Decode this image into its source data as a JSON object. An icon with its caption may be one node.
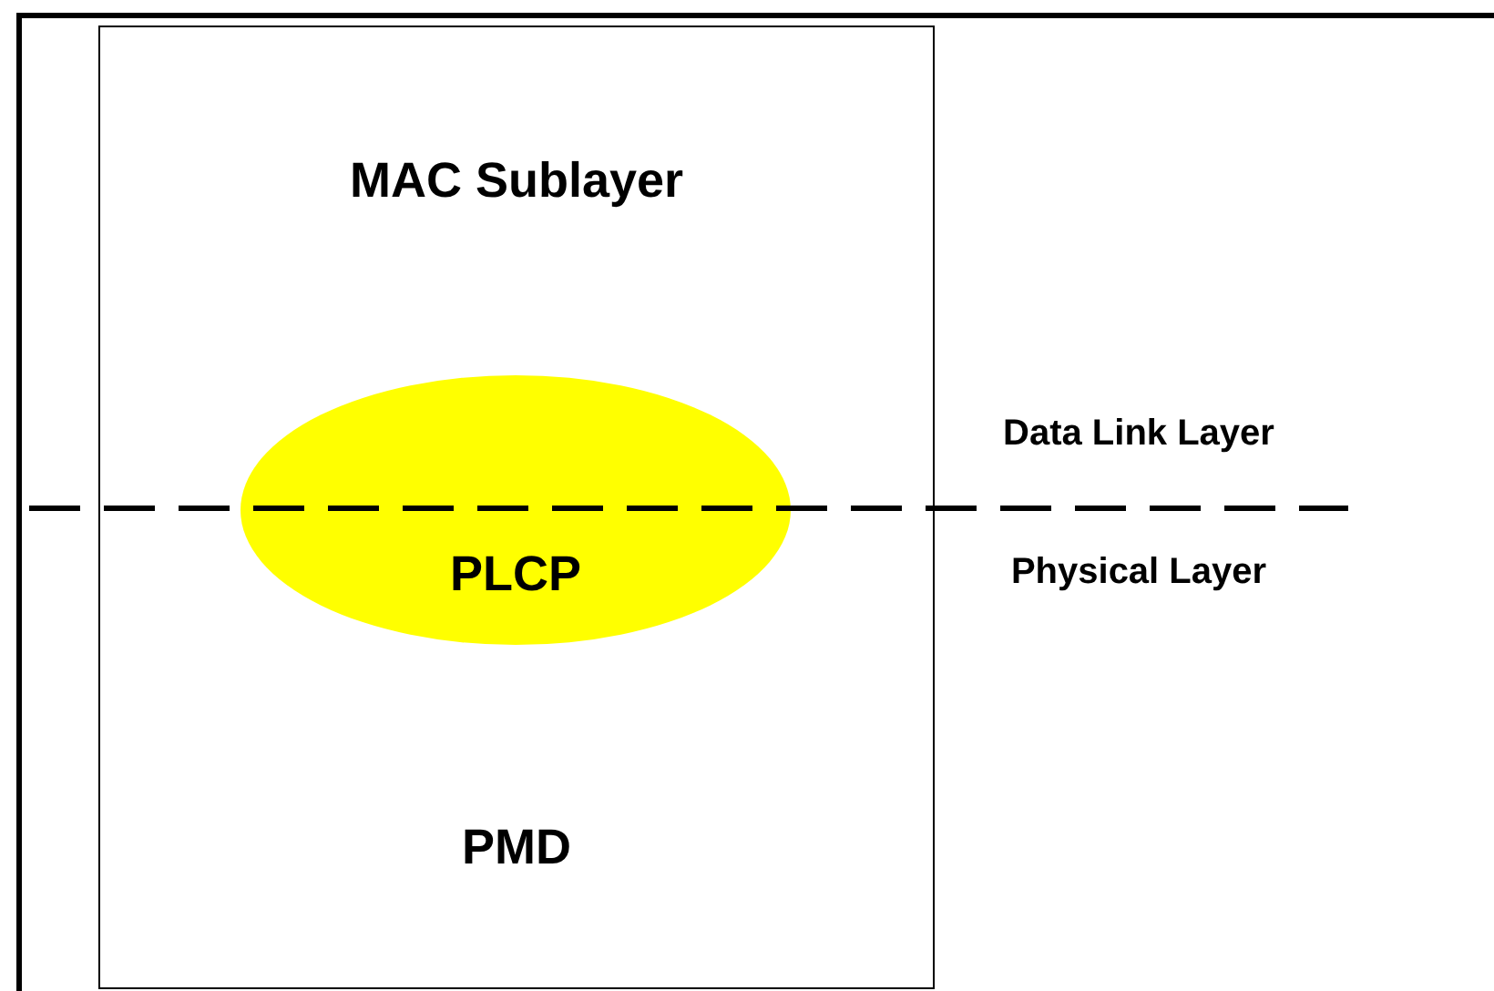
{
  "diagram": {
    "nodes": [
      {
        "text": [
          "MAC Sublayer",
          "PMD"
        ]
      },
      {
        "text": [
          "PLCP"
        ],
        "in": 0
      }
    ],
    "labels": [
      "Data Link Layer",
      "Physical Layer"
    ]
  }
}
